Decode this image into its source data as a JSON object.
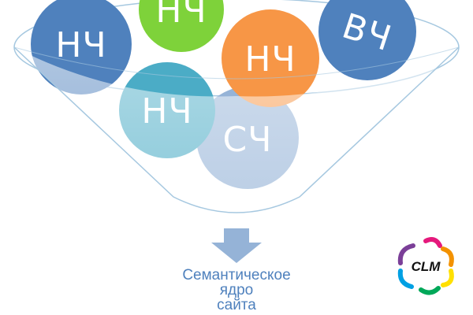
{
  "bubbles": [
    {
      "id": "lf-left",
      "label": "НЧ",
      "color": "#4f81bd"
    },
    {
      "id": "lf-top",
      "label": "НЧ",
      "color": "#7ed23a"
    },
    {
      "id": "hf-right",
      "label": "ВЧ",
      "color": "#4f81bd"
    },
    {
      "id": "lf-orange",
      "label": "НЧ",
      "color": "#f79646"
    },
    {
      "id": "lf-teal",
      "label": "НЧ",
      "color": "#4bacc6"
    },
    {
      "id": "mf-bottom",
      "label": "СЧ",
      "color": "#95b3d7"
    }
  ],
  "caption": {
    "line1": "Семантическое",
    "line2": "ядро",
    "line3": "сайта"
  },
  "logo": {
    "text": "CLM",
    "colors": [
      "#e5197c",
      "#f39200",
      "#ffe000",
      "#00a859",
      "#00a0e3",
      "#7b3f98"
    ]
  },
  "colors": {
    "funnel_outline": "#a6c8e0",
    "arrow": "#95b3d7",
    "caption": "#4f81bd"
  }
}
